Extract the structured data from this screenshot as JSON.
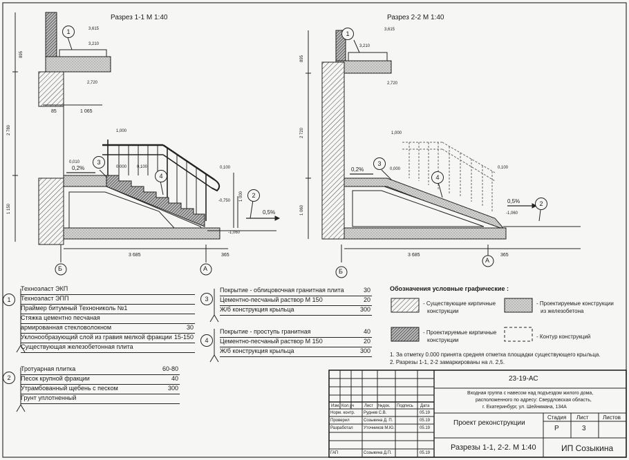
{
  "titles": {
    "section_1": "Разрез 1-1 М 1:40",
    "section_2": "Разрез 2-2 М 1:40"
  },
  "sec1": {
    "levels": {
      "l3615": "3,615",
      "l3210": "3,210",
      "l2720": "2,720",
      "l1000": "1,000",
      "l0010": "0,010",
      "l0000": "0,000",
      "l0100a": "0,100",
      "l0100b": "0,100",
      "l0750": "-0,750",
      "l1060": "-1,060"
    },
    "dims": {
      "d895": "895",
      "d85": "85",
      "d1065": "1 065",
      "d2780": "2 780",
      "d1150": "1 150",
      "d1000v": "1 000",
      "d3685": "3 685",
      "d365": "365"
    },
    "slopes": {
      "s1": "0,2%",
      "s2": "0,5%"
    },
    "marks": {
      "m1": "1",
      "m2": "2",
      "m3": "3",
      "m4": "4"
    },
    "axes": {
      "b": "Б",
      "a": "А"
    }
  },
  "sec2": {
    "levels": {
      "l3615": "3,615",
      "l3210": "3,210",
      "l2720": "2,720",
      "l1000": "1,000",
      "l0000": "0,000",
      "l0100": "0,100",
      "l1060": "-1,060"
    },
    "dims": {
      "d895": "895",
      "d2720": "2 720",
      "d1060": "1 060",
      "d3685": "3 685",
      "d365": "365"
    },
    "slopes": {
      "s1": "0,2%",
      "s2": "0,5%"
    },
    "marks": {
      "m1": "1",
      "m2": "2",
      "m3": "3",
      "m4": "4"
    },
    "axes": {
      "b": "Б",
      "a": "А"
    }
  },
  "layers": {
    "l1": {
      "num": "1",
      "rows": [
        {
          "name": "Технoэласт ЭКП",
          "value": ""
        },
        {
          "name": "Технoэласт ЭПП",
          "value": ""
        },
        {
          "name": "Праймер битумный Технониколь №1",
          "value": ""
        },
        {
          "name": "Стяжка цементно песчаная",
          "value": ""
        },
        {
          "name": "армированная стекловолокном",
          "value": "30"
        },
        {
          "name": "Уклонообразующий слой из гравия мелкой фракции",
          "value": "15-150"
        },
        {
          "name": "Существующая железобетонная плита",
          "value": ""
        }
      ]
    },
    "l2": {
      "num": "2",
      "rows": [
        {
          "name": "Тротуарная плитка",
          "value": "60-80"
        },
        {
          "name": "Песок крупной фракции",
          "value": "40"
        },
        {
          "name": "Утрамбованный щебень с песком",
          "value": "300"
        },
        {
          "name": "Грунт уплотненный",
          "value": ""
        }
      ]
    },
    "l3": {
      "num": "3",
      "rows": [
        {
          "name": "Покрытие - облицовочная гранитная плита",
          "value": "30"
        },
        {
          "name": "Цементно-песчаный раствор М 150",
          "value": "20"
        },
        {
          "name": "Ж/б конструкция крыльца",
          "value": "300"
        }
      ]
    },
    "l4": {
      "num": "4",
      "rows": [
        {
          "name": "Покрытие - проступь гранитная",
          "value": "40"
        },
        {
          "name": "Цементно-песчаный раствор М 150",
          "value": "20"
        },
        {
          "name": "Ж/б конструкция крыльца",
          "value": "300"
        }
      ]
    }
  },
  "legend": {
    "title": "Обозначения условные графические :",
    "existing_brick": [
      "- Существующие кирпичные",
      "конструкции"
    ],
    "designed_rc": [
      "- Проектируемые конструкции",
      "из железобетона"
    ],
    "designed_brick": [
      "- Проектируемые кирпичные",
      "конструкции"
    ],
    "contour": "- Контур конструкций"
  },
  "notes": {
    "n1": "1. За отметку 0.000 принята средняя  отметка площадки существующего крыльца.",
    "n2": "2. Разрезы 1-1, 2-2  замаркированы на л. 2,5."
  },
  "stamp": {
    "code": "23-19-АС",
    "address": [
      "Входная группа с навесом над подъездом жилого дома,",
      "расположенного по адресу: Свердловская область,",
      "г. Екатеринбург, ул. Шейнкмана, 134А"
    ],
    "headers": {
      "izm": "Изм.",
      "kol": "Кол.уч",
      "list": "Лист",
      "doc": "№док.",
      "sign": "Подпись",
      "date": "Дата"
    },
    "people": [
      {
        "role": "Норм. контр.",
        "name": "Руднев С.В.",
        "date": "05.19"
      },
      {
        "role": "Проверил",
        "name": "Созыкина Д. П.",
        "date": "05.19"
      },
      {
        "role": "Разработал",
        "name": "Уточников М.Ю.",
        "date": "05.19"
      },
      {
        "role": "",
        "name": "",
        "date": ""
      },
      {
        "role": "ГАП",
        "name": "Созыкина Д.П.",
        "date": "05.19"
      }
    ],
    "project": "Проект реконструкции",
    "stage_label": "Стадия",
    "sheet_label": "Лист",
    "sheets_label": "Листов",
    "stage": "Р",
    "sheet": "3",
    "sheets": "",
    "drawing": "Разрезы 1-1, 2-2. М 1:40",
    "company": "ИП Созыкина"
  }
}
